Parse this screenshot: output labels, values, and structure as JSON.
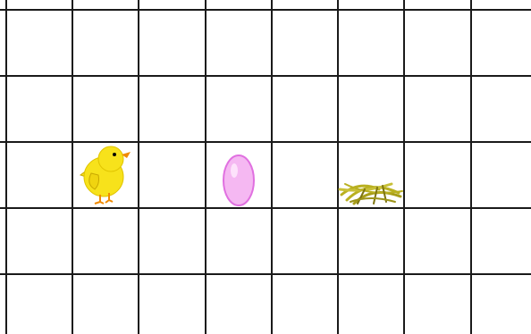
{
  "board": {
    "columns": 8,
    "rows": 5,
    "line_color": "#1a1a1a",
    "background_color": "#ffffff"
  },
  "pieces": [
    {
      "name": "chick-icon",
      "kind": "chick",
      "row": 3,
      "column": 2
    },
    {
      "name": "egg-icon",
      "kind": "egg",
      "row": 3,
      "column": 4
    },
    {
      "name": "nest-icon",
      "kind": "nest",
      "row": 3,
      "column": 6
    }
  ],
  "colors": {
    "chick": "#f7e21b",
    "chick_outline": "#c9a800",
    "chick_feet": "#f08a00",
    "egg": "#f5b8f2",
    "egg_outline": "#e070e0",
    "nest": "#b9b020",
    "nest_dark": "#7d7410"
  }
}
